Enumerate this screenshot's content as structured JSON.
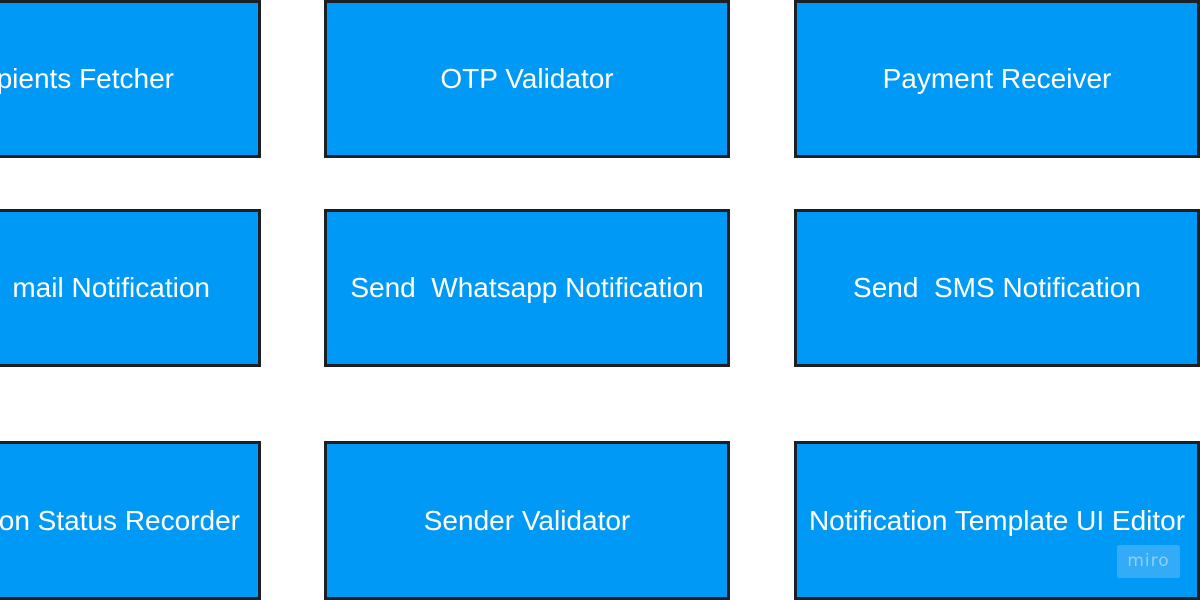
{
  "boxes": {
    "r1c1": "pients Fetcher",
    "r1c2": "OTP Validator",
    "r1c3": "Payment Receiver",
    "r2c1": "mail Notification",
    "r2c2": "Send  Whatsapp Notification",
    "r2c3": "Send  SMS Notification",
    "r3c1": "on Status Recorder",
    "r3c2": "Sender Validator",
    "r3c3": "Notification Template UI Editor"
  },
  "watermark": "miro",
  "colors": {
    "box_fill": "#0099f5",
    "box_border": "#1c1f24",
    "text": "#ffffff"
  }
}
